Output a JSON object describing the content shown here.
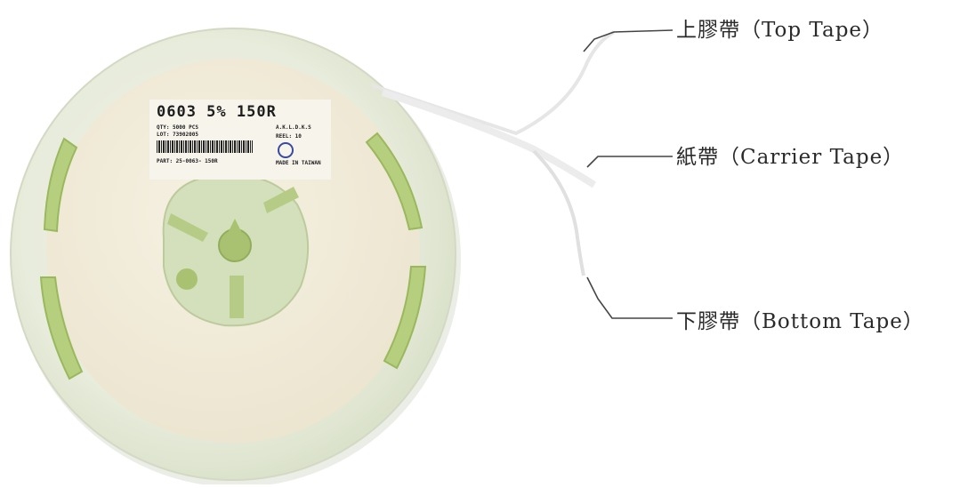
{
  "callouts": {
    "top_tape": "上膠帶（Top Tape）",
    "carrier_tape": "紙帶（Carrier Tape）",
    "bottom_tape": "下膠帶（Bottom Tape）"
  },
  "reel_label": {
    "part_line": "0603 5% 150R",
    "qty_line": "QTY: 5000 PCS",
    "lot_line": "LOT: 73902005",
    "part_no_line": "PART: 25-0063- 150R",
    "code_line": "A.K.L.D.K.S",
    "ref_line": "REEL: 10",
    "origin_line": "MADE IN TAIWAN"
  },
  "colors": {
    "reel_outer": "#e9ecdf",
    "reel_inner": "#f1ecdd",
    "window_green": "#a8c66a",
    "hub": "#cfdcb4"
  }
}
